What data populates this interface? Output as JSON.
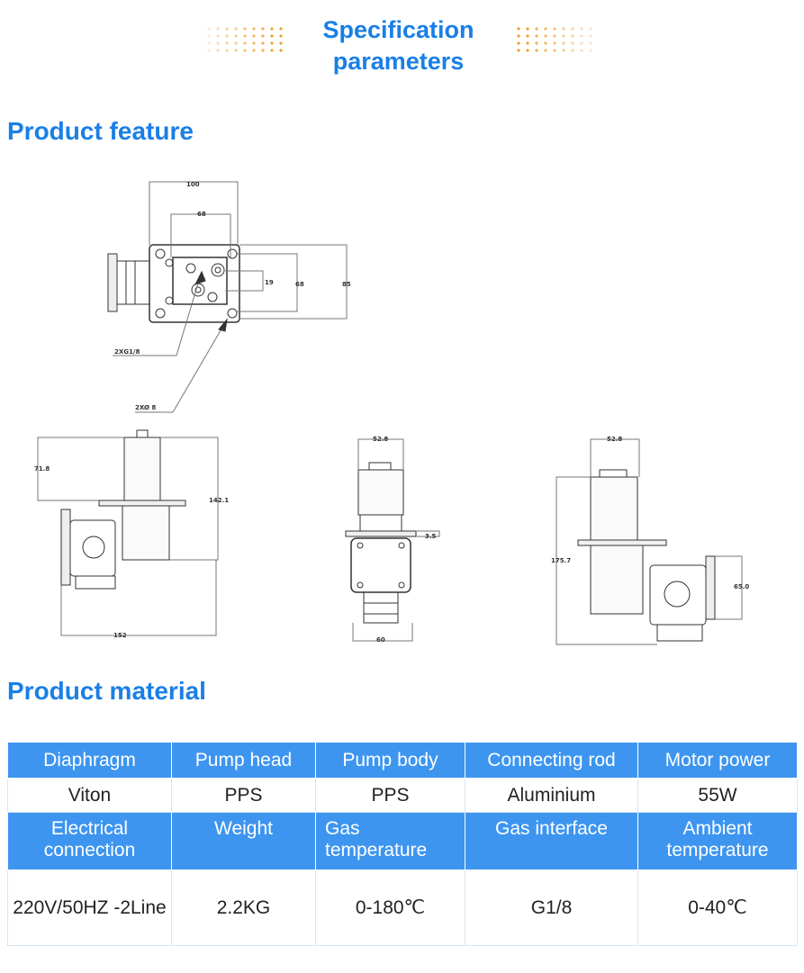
{
  "header": {
    "title_line1": "Specification",
    "title_line2": "parameters",
    "accent_color": "#1a7fe6",
    "dot_color": "#f0a030"
  },
  "sections": {
    "feature_title": "Product feature",
    "material_title": "Product material"
  },
  "drawing": {
    "top_view": {
      "labels": [
        "100",
        "68",
        "19",
        "68",
        "85",
        "2XG1/8",
        "2XØ 8"
      ]
    },
    "side_view": {
      "labels": [
        "71.8",
        "142.1",
        "152"
      ]
    },
    "front_view": {
      "labels": [
        "52.8",
        "3.5",
        "60"
      ]
    },
    "rear_view": {
      "labels": [
        "52.8",
        "175.7",
        "65.0"
      ]
    }
  },
  "table": {
    "row1_headers": [
      "Diaphragm",
      "Pump head",
      "Pump body",
      "Connecting rod",
      "Motor power"
    ],
    "row1_values": [
      "Viton",
      "PPS",
      "PPS",
      "Aluminium",
      "55W"
    ],
    "row2_headers": [
      "Electrical connection",
      "Weight",
      "Gas temperature",
      "Gas interface",
      "Ambient temperature"
    ],
    "row2_values": [
      "220V/50HZ -2Line",
      "2.2KG",
      "0-180℃",
      "G1/8",
      "0-40℃"
    ],
    "header_bg": "#3d95f0"
  }
}
